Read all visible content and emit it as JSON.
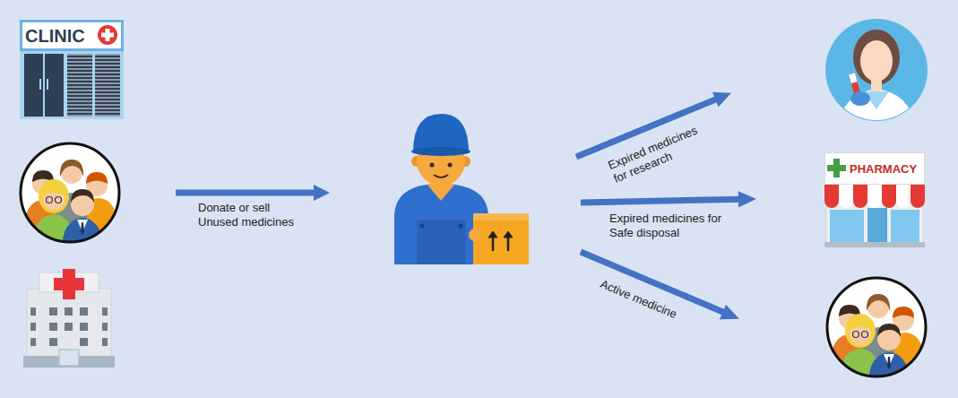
{
  "diagram": {
    "nodes": [
      {
        "text": [
          "CLINIC"
        ]
      },
      {
        "text": [
          "PHARMACY"
        ]
      }
    ],
    "labels": [
      "Donate or sell Unused medicines",
      "Expired medicines for research",
      "Expired medicines for Safe disposal",
      "Active medicine"
    ]
  }
}
